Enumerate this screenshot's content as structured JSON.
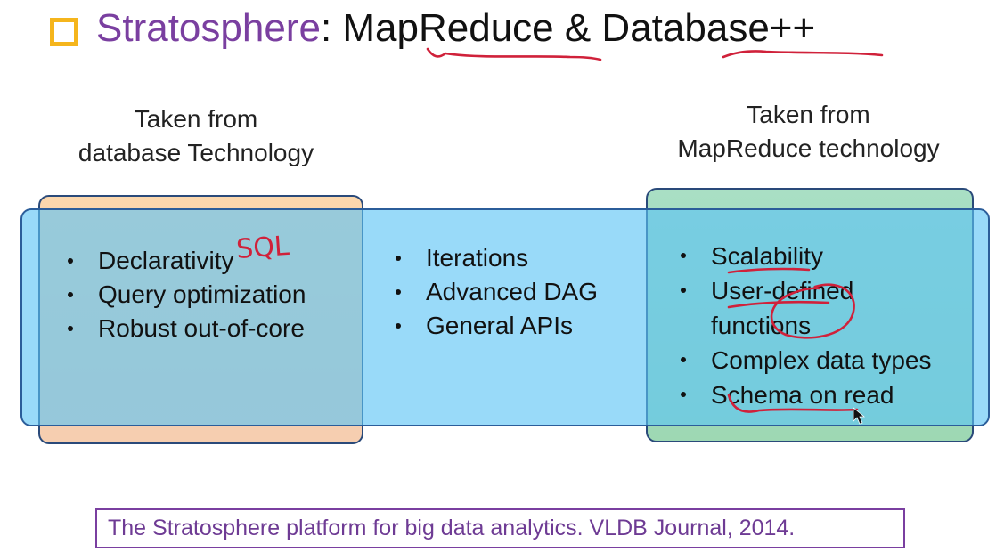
{
  "title": {
    "prefix": "Stratosphere",
    "rest": ": MapReduce & Database++"
  },
  "headings": {
    "left_line1": "Taken from",
    "left_line2": "database Technology",
    "right_line1": "Taken from",
    "right_line2": "MapReduce technology"
  },
  "lists": {
    "left": [
      "Declarativity",
      "Query optimization",
      "Robust out-of-core"
    ],
    "middle": [
      "Iterations",
      "Advanced DAG",
      "General APIs"
    ],
    "right": [
      "Scalability",
      "User-defined",
      "functions",
      "Complex data types",
      "Schema on read"
    ]
  },
  "annotations": {
    "handwritten_left": "SQL"
  },
  "citation": "The Stratosphere platform for big data analytics. VLDB Journal, 2014.",
  "colors": {
    "title_accent": "#7a3fa0",
    "bullet_square": "#f5b51c",
    "orange_region": "#fbd7ad",
    "green_region": "#a9dfc4",
    "blue_band": "#5ac3f5",
    "ink_red": "#d0213a",
    "citation_border": "#7a3fa0"
  },
  "icons": {
    "title_bullet": "hollow-square-icon",
    "cursor": "mouse-pointer-icon"
  }
}
